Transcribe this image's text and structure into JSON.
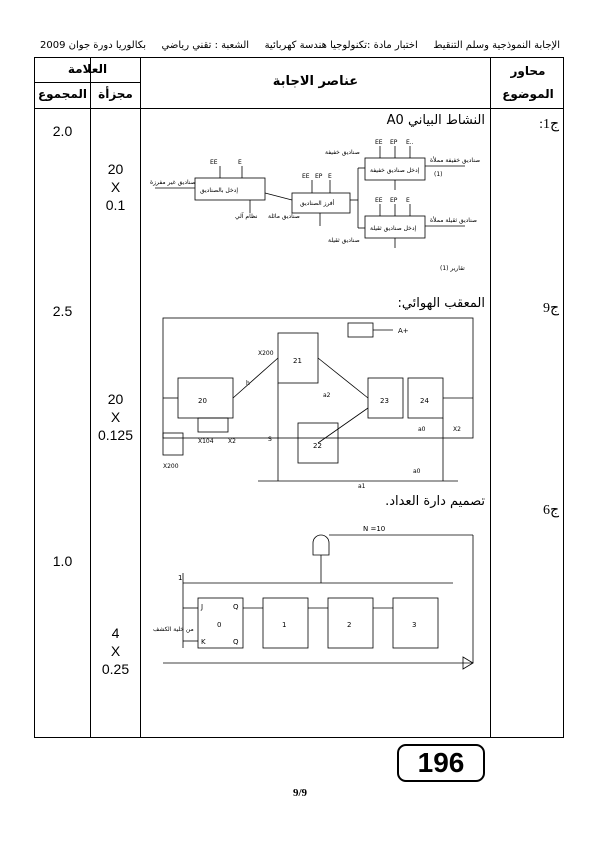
{
  "header": {
    "exam": "بكالوريا دورة جوان 2009",
    "stream": "الشعبة : تقني رياضي",
    "subject": "اختبار مادة :تكنولوجيا هندسة كهربائية",
    "doc_title": "الإجابة النموذجية وسلم التنقيط"
  },
  "table_header": {
    "axes_line1": "محاور",
    "axes_line2": "الموضوع",
    "answer_elements": "عناصر الاجابة",
    "grade": "العلامة",
    "partial": "مجزأة",
    "total": "المجموع"
  },
  "rows": [
    {
      "question": "ج1:",
      "title": "النشاط البياني A0",
      "total": "2.0",
      "partial": [
        "20",
        "X",
        "0.1"
      ]
    },
    {
      "question": "ج9",
      "title": "المعقب الهوائي:",
      "total": "2.5",
      "partial": [
        "20",
        "X",
        "0.125"
      ]
    },
    {
      "question": "ج6",
      "title": "تصميم دارة العداد.",
      "total": "1.0",
      "partial": [
        "4",
        "X",
        "0.25"
      ]
    }
  ],
  "diagram_a0": {
    "boxes": [
      "إدخل بالصناديق",
      "أفرز الصناديق",
      "إدخل صناديق خفيفة",
      "إدخل صناديق ثقيلة"
    ],
    "inputs": [
      "EE",
      "E",
      "EE",
      "EP",
      "E",
      "EE",
      "EP",
      "E..",
      "EE",
      "EP",
      "E"
    ],
    "labels": [
      "صناديق غير مفرزة",
      "صناديق خفيفة",
      "صناديق مائلة",
      "نظام آلي",
      "صناديق ثقيلة",
      "صناديق خفيفة مملأة",
      "صناديق ثقيلة مملأة",
      "(1)",
      "(1) تقارير"
    ]
  },
  "diagram_pneumatic": {
    "labels": [
      "A+",
      "20",
      "21",
      "22",
      "23",
      "24",
      "X200",
      "X104",
      "X2",
      "a0",
      "a1",
      "a2",
      "S",
      "h",
      "X200",
      "X2",
      "a0"
    ]
  },
  "diagram_counter": {
    "n_label": "N =10",
    "one_label": "1",
    "input_label": "من خلية الكشف",
    "flipflops": [
      "0",
      "1",
      "2",
      "3"
    ],
    "pins": [
      "J",
      "Q",
      "K",
      "Q"
    ]
  },
  "footer": {
    "page_box": "196",
    "page_number": "9/9"
  }
}
